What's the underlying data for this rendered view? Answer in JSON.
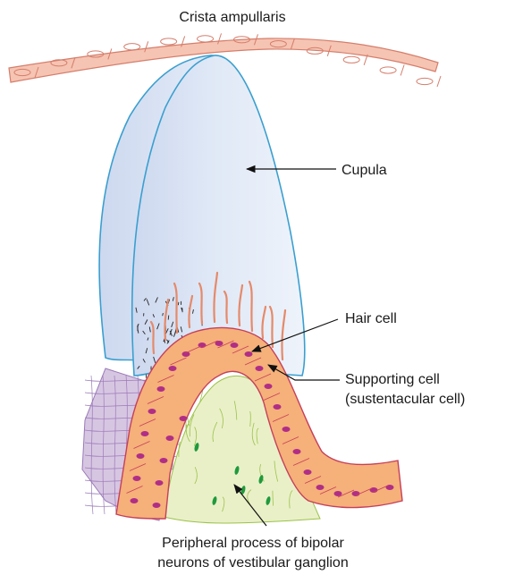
{
  "labels": {
    "title": "Crista ampullaris",
    "cupula": "Cupula",
    "hair_cell": "Hair cell",
    "supporting_cell_line1": "Supporting cell",
    "supporting_cell_line2": "(sustentacular cell)",
    "peripheral_line1": "Peripheral process of bipolar",
    "peripheral_line2": "neurons of vestibular ganglion"
  },
  "colors": {
    "membrane_fill": "#f6c4b2",
    "membrane_stroke": "#d57e6c",
    "cupula_fill": "#dde6f4",
    "cupula_stroke": "#3a9fcf",
    "epithelium_fill": "#f6b07a",
    "epithelium_stroke": "#c5405a",
    "nucleus": "#b02e86",
    "connective_fill": "#e9f0c8",
    "connective_stroke": "#9cc24a",
    "nerve_dot": "#1f9a3c",
    "wall_fill": "#d7c6e2",
    "wall_stroke": "#9a7ab8",
    "hair": "#e58a6a"
  }
}
